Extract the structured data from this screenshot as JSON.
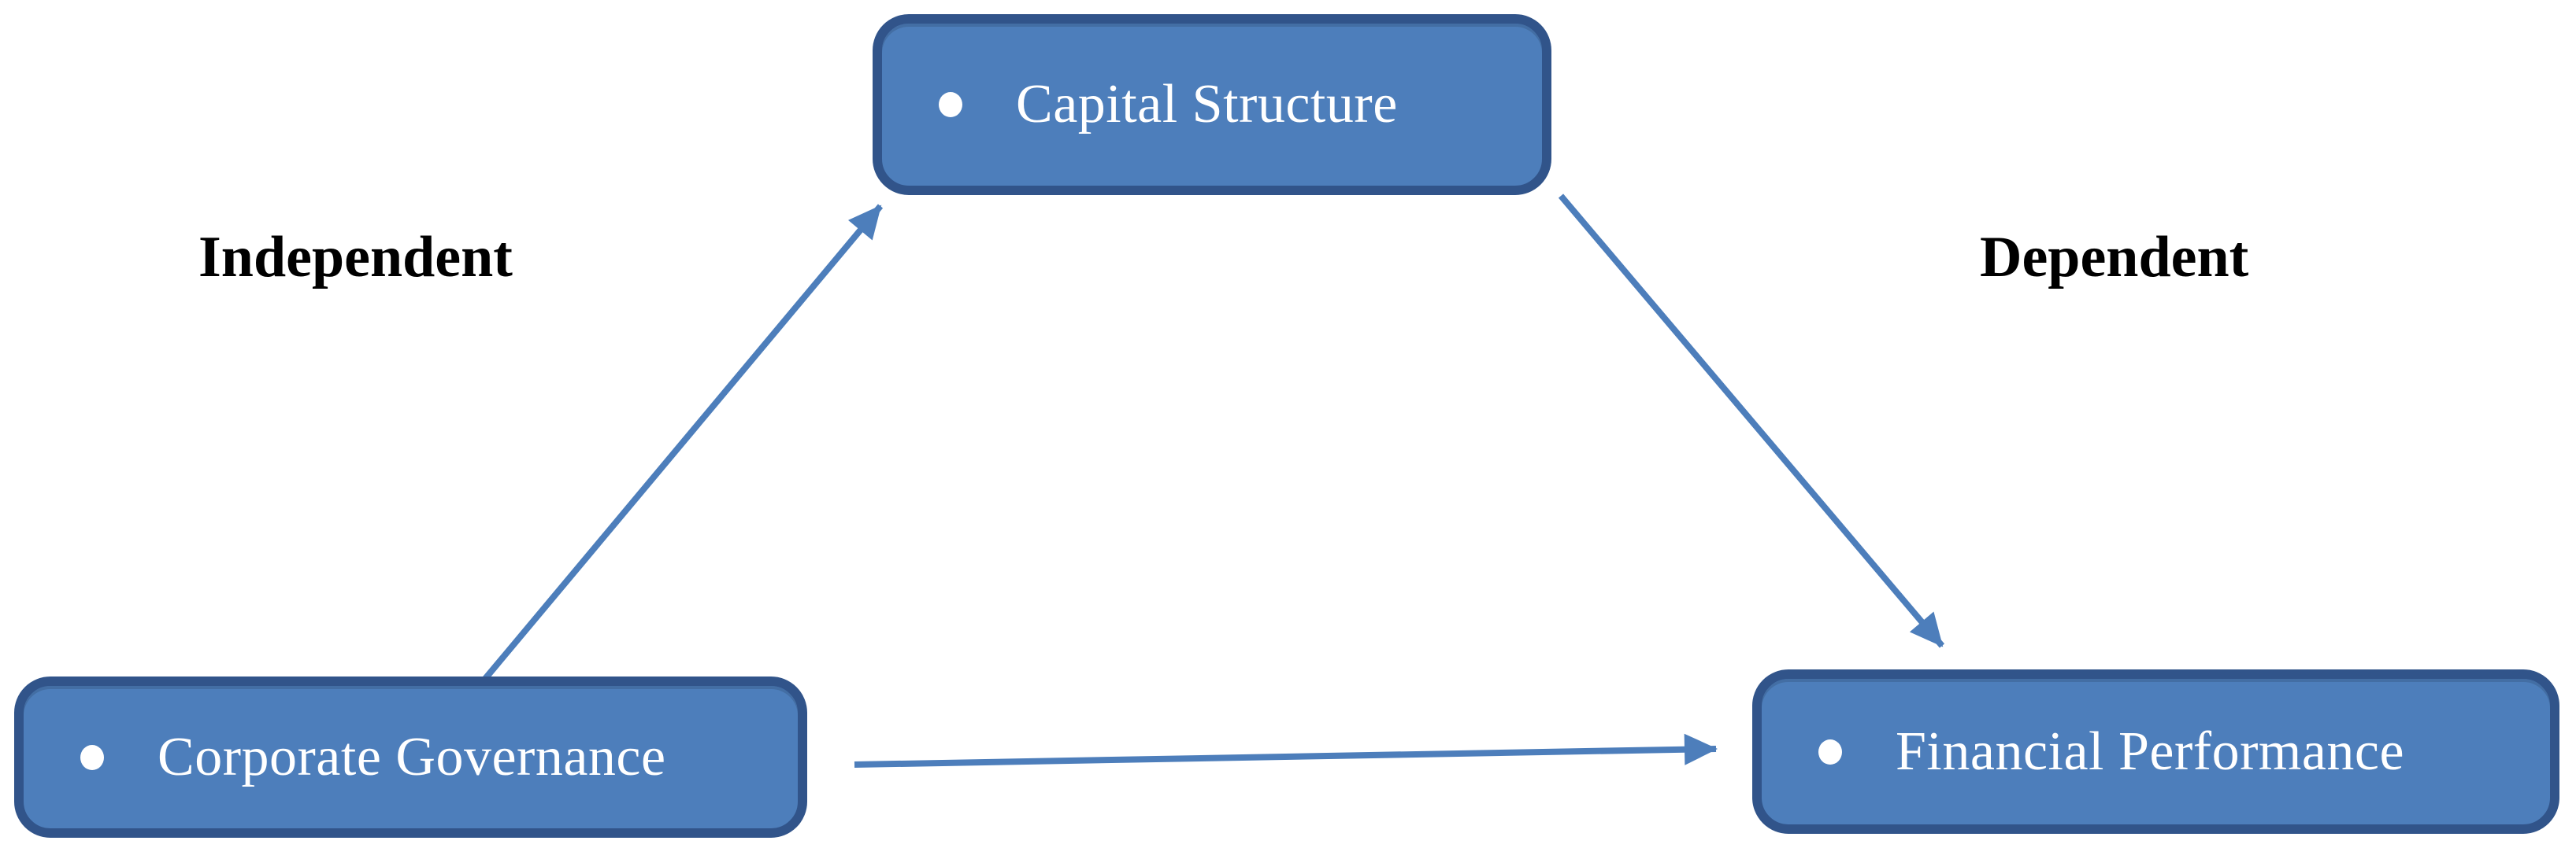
{
  "nodes": {
    "capital_structure": {
      "label": "Capital Structure"
    },
    "corporate_governance": {
      "label": "Corporate Governance"
    },
    "financial_performance": {
      "label": "Financial Performance"
    }
  },
  "labels": {
    "independent": "Independent",
    "dependent": "Dependent"
  },
  "edges": [
    {
      "from": "Corporate Governance",
      "to": "Capital Structure"
    },
    {
      "from": "Capital Structure",
      "to": "Financial Performance"
    },
    {
      "from": "Corporate Governance",
      "to": "Financial Performance"
    }
  ],
  "icons": {
    "bullet": "bullet-dot"
  },
  "colors": {
    "node_fill": "#4d7ebb",
    "node_border": "#31548a",
    "node_text": "#ffffff",
    "bullet": "#ffffff",
    "arrow": "#4d7ebb",
    "label_text": "#000000",
    "background": "#ffffff"
  }
}
